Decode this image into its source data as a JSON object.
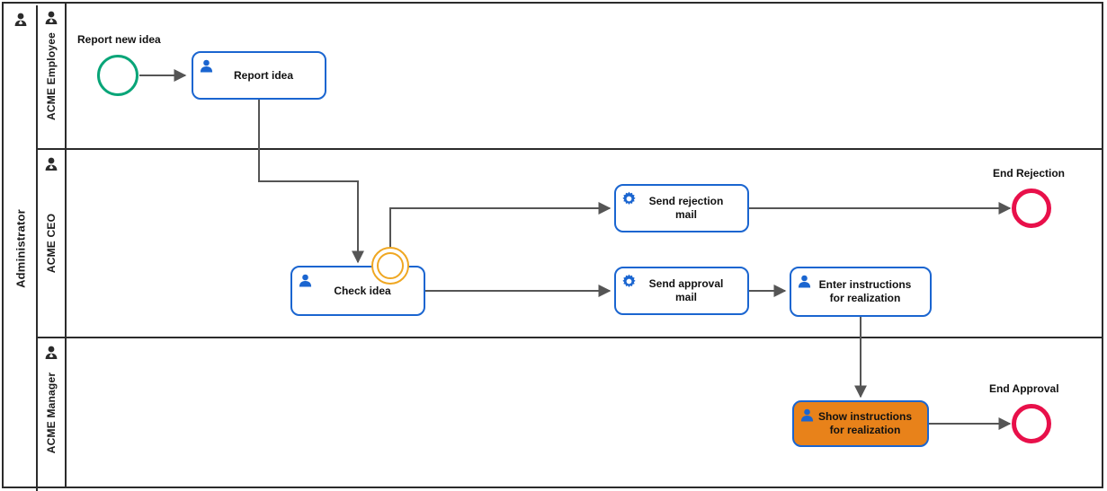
{
  "diagram": {
    "type": "bpmn-collaboration",
    "pool": {
      "name": "Administrator",
      "icon": "person-icon"
    },
    "lanes": [
      {
        "id": "lane-employee",
        "name": "ACME Employee",
        "icon": "person-icon"
      },
      {
        "id": "lane-ceo",
        "name": "ACME CEO",
        "icon": "person-icon"
      },
      {
        "id": "lane-manager",
        "name": "ACME Manager",
        "icon": "person-icon"
      }
    ],
    "events": [
      {
        "id": "start-report-new-idea",
        "kind": "start",
        "label": "Report new idea",
        "color": "#09a578"
      },
      {
        "id": "end-rejection",
        "kind": "end",
        "label": "End Rejection",
        "color": "#e8104a"
      },
      {
        "id": "end-approval",
        "kind": "end",
        "label": "End Approval",
        "color": "#e8104a"
      },
      {
        "id": "boundary-check-idea",
        "kind": "boundary-non-interrupting",
        "label": "",
        "color": "#efa722"
      }
    ],
    "tasks": [
      {
        "id": "task-report-idea",
        "label": "Report idea",
        "icon": "user-task-icon",
        "lane": "lane-employee",
        "highlighted": false
      },
      {
        "id": "task-check-idea",
        "label": "Check idea",
        "icon": "user-task-icon",
        "lane": "lane-ceo",
        "highlighted": false
      },
      {
        "id": "task-send-rejection-mail",
        "label": "Send rejection mail",
        "icon": "service-task-icon",
        "lane": "lane-ceo",
        "highlighted": false
      },
      {
        "id": "task-send-approval-mail",
        "label": "Send approval mail",
        "icon": "service-task-icon",
        "lane": "lane-ceo",
        "highlighted": false
      },
      {
        "id": "task-enter-instructions",
        "label": "Enter instructions for realization",
        "icon": "user-task-icon",
        "lane": "lane-ceo",
        "highlighted": false
      },
      {
        "id": "task-show-instructions",
        "label": "Show instructions for realization",
        "icon": "user-task-icon",
        "lane": "lane-manager",
        "highlighted": true
      }
    ],
    "task_labels": {
      "report_idea": "Report idea",
      "check_idea": "Check idea",
      "send_rejection_mail_line1": "Send rejection",
      "send_rejection_mail_line2": "mail",
      "send_approval_mail_line1": "Send approval",
      "send_approval_mail_line2": "mail",
      "enter_instructions_line1": "Enter instructions",
      "enter_instructions_line2": "for realization",
      "show_instructions_line1": "Show instructions",
      "show_instructions_line2": "for realization"
    },
    "flows": [
      {
        "from": "start-report-new-idea",
        "to": "task-report-idea"
      },
      {
        "from": "task-report-idea",
        "to": "task-check-idea"
      },
      {
        "from": "boundary-check-idea",
        "to": "task-send-rejection-mail"
      },
      {
        "from": "task-send-rejection-mail",
        "to": "end-rejection"
      },
      {
        "from": "task-check-idea",
        "to": "task-send-approval-mail"
      },
      {
        "from": "task-send-approval-mail",
        "to": "task-enter-instructions"
      },
      {
        "from": "task-enter-instructions",
        "to": "task-show-instructions"
      },
      {
        "from": "task-show-instructions",
        "to": "end-approval"
      }
    ],
    "colors": {
      "task_border": "#1a65d0",
      "task_icon": "#1a65d0",
      "highlight_fill": "#e8821a",
      "start_event": "#09a578",
      "end_event": "#e8104a",
      "boundary_event": "#efa722",
      "connector": "#555555",
      "lane_border": "#2b2b2b",
      "text": "#111111"
    }
  }
}
